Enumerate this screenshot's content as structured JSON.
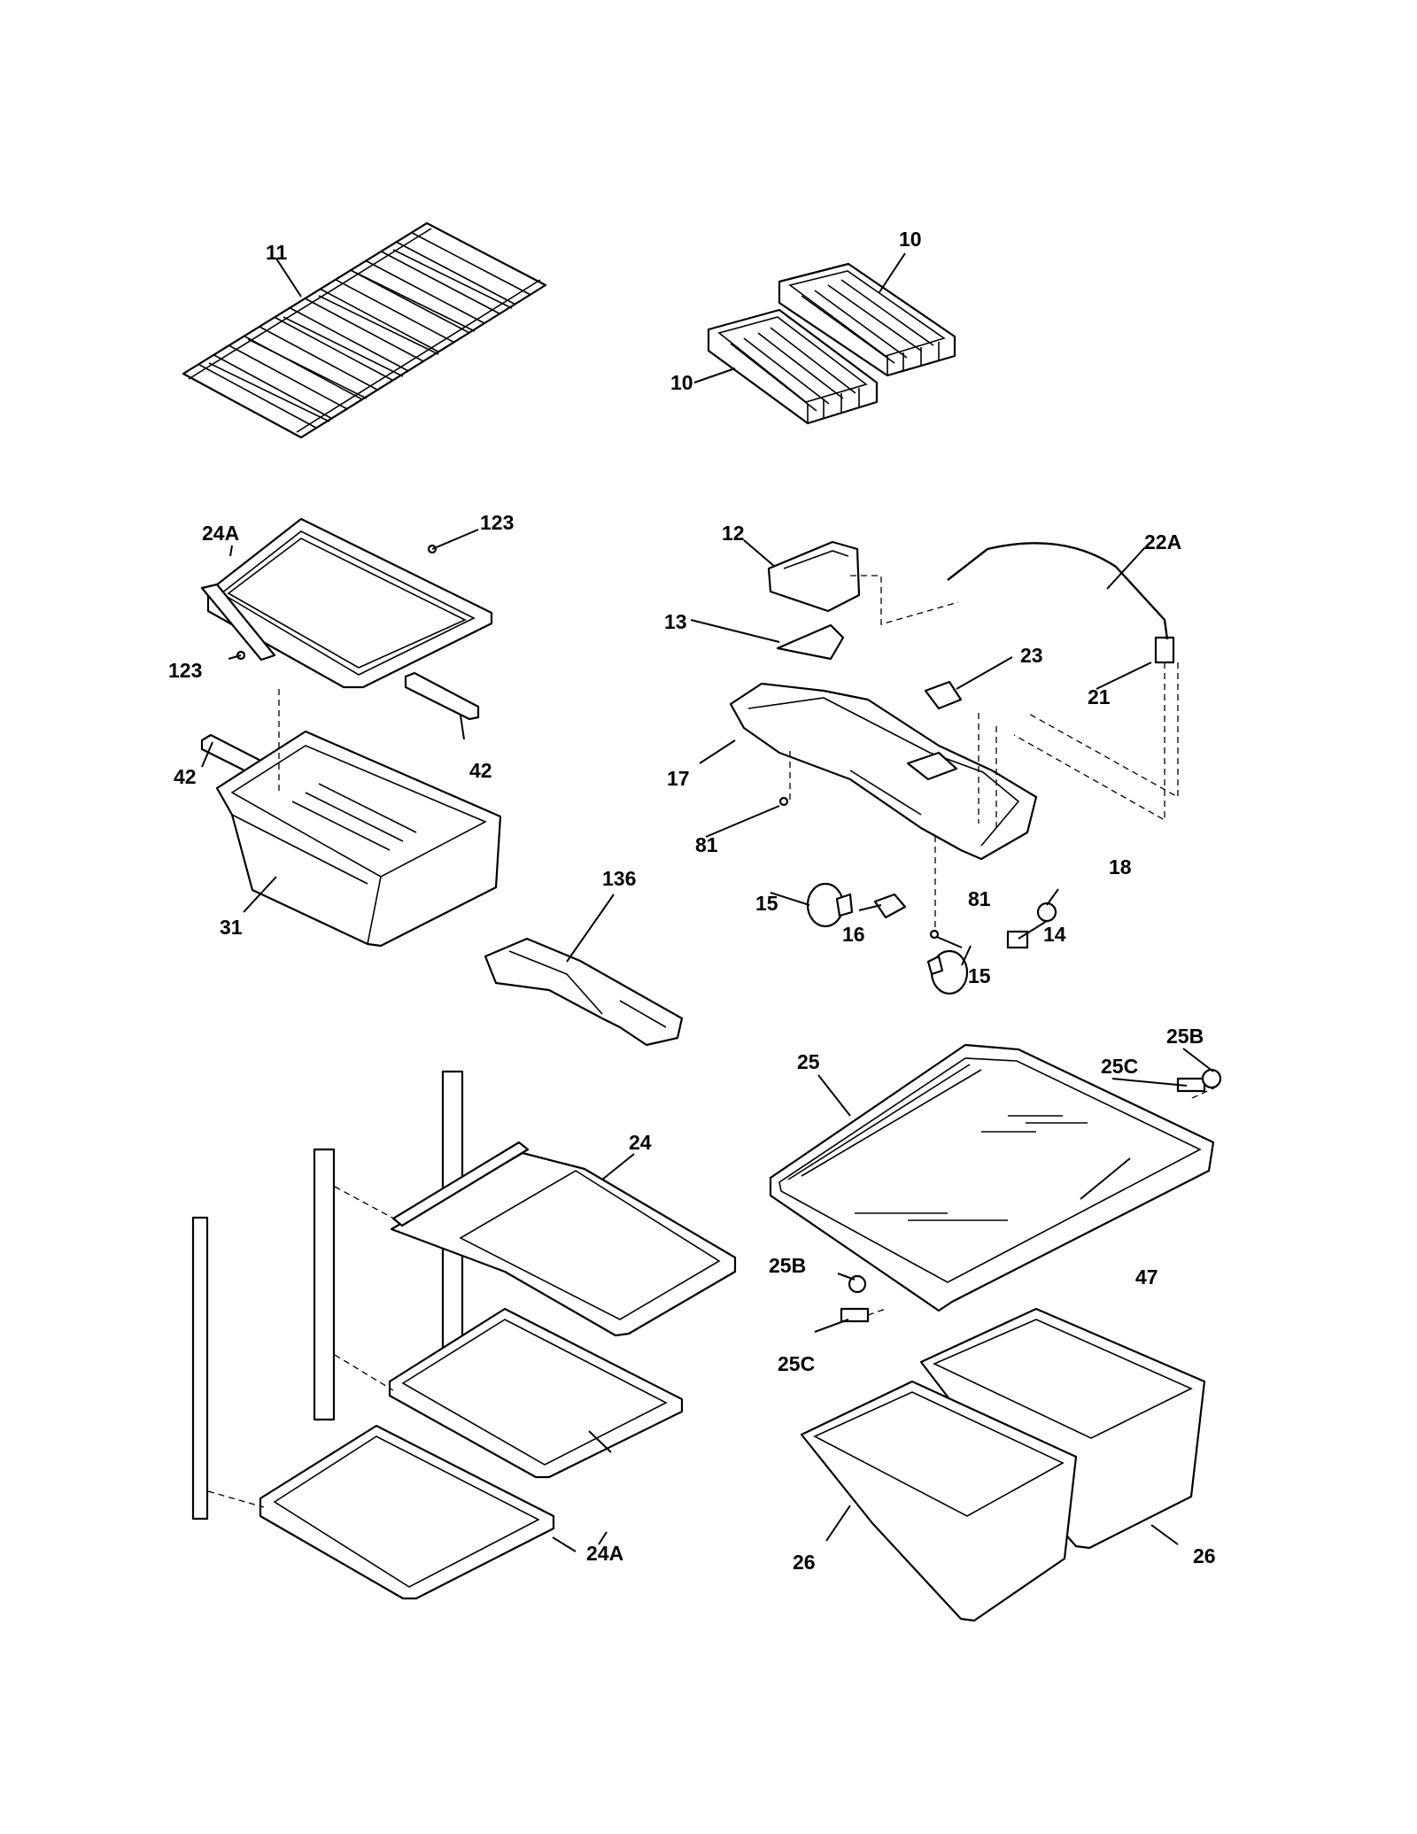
{
  "diagram": {
    "callouts": {
      "c11": "11",
      "c10a": "10",
      "c10b": "10",
      "c24A_top": "24A",
      "c123a": "123",
      "c123b": "123",
      "c42a": "42",
      "c42b": "42",
      "c31": "31",
      "c136": "136",
      "c12": "12",
      "c22A": "22A",
      "c13": "13",
      "c23": "23",
      "c21": "21",
      "c17": "17",
      "c81a": "81",
      "c81b": "81",
      "c18": "18",
      "c15a": "15",
      "c15b": "15",
      "c16": "16",
      "c14": "14",
      "c25": "25",
      "c25C_top": "25C",
      "c25B_top": "25B",
      "c24": "24",
      "c47": "47",
      "c25B_mid": "25B",
      "c25C_mid": "25C",
      "c24A_bot": "24A",
      "c26a": "26",
      "c26b": "26"
    }
  }
}
